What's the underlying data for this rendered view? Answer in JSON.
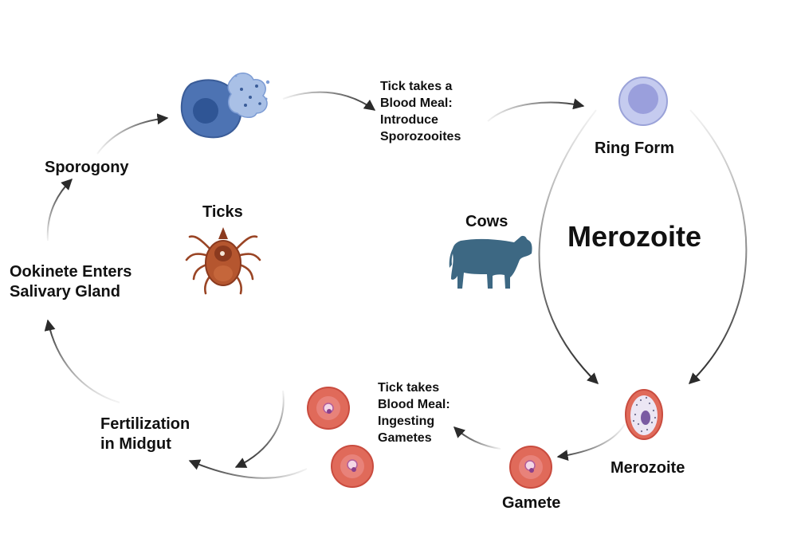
{
  "labels": {
    "tick_blood_meal_1": [
      "Tick takes a",
      "Blood Meal:",
      "Introduce",
      "Sporozooites"
    ],
    "ring_form": "Ring Form",
    "cows": "Cows",
    "merozoite_center": "Merozoite",
    "ticks": "Ticks",
    "sporogony": "Sporogony",
    "ookinete": [
      "Ookinete Enters",
      "Salivary Gland"
    ],
    "fertilization": [
      "Fertilization",
      "in Midgut"
    ],
    "tick_blood_meal_2": [
      "Tick takes",
      "Blood Meal:",
      "Ingesting",
      "Gametes"
    ],
    "merozoite_cell": "Merozoite",
    "gamete": "Gamete"
  },
  "colors": {
    "arrow": "#2b2b2b",
    "cow": "#3d6883",
    "rbc": "#e06a5a",
    "rbc_edge": "#c94c3f",
    "sporozoite_cell": "#4d73b3",
    "ring_cell": "#b9bfe6",
    "tick_body": "#b5562f"
  },
  "icons": [
    "sporozoite-cell-icon",
    "ring-form-cell-icon",
    "cow-icon",
    "tick-icon",
    "merozoite-cell-icon",
    "gamete-rbc-icon",
    "rbc-icon"
  ]
}
